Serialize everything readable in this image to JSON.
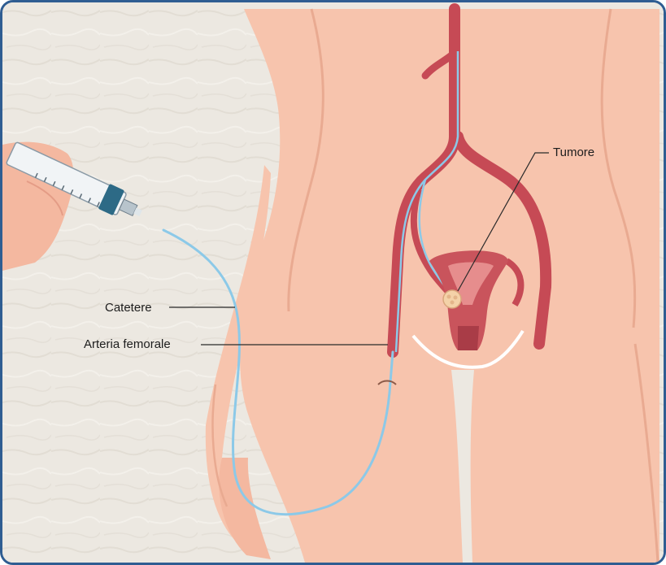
{
  "labels": {
    "tumor": "Tumore",
    "catheter": "Catetere",
    "femoral_artery": "Arteria femorale"
  },
  "colors": {
    "frame": "#2f5d92",
    "background": "#ece8e1",
    "skin": "#f7c4ad",
    "skin_shadow": "#e9aa91",
    "artery": "#c64a55",
    "artery_dark": "#9c2e3a",
    "catheter": "#8cc9e8",
    "uterus": "#c9545c",
    "uterus_inner": "#e68d8d",
    "tumor": "#f4d2a8",
    "syringe_plunger": "#2d6a86"
  }
}
